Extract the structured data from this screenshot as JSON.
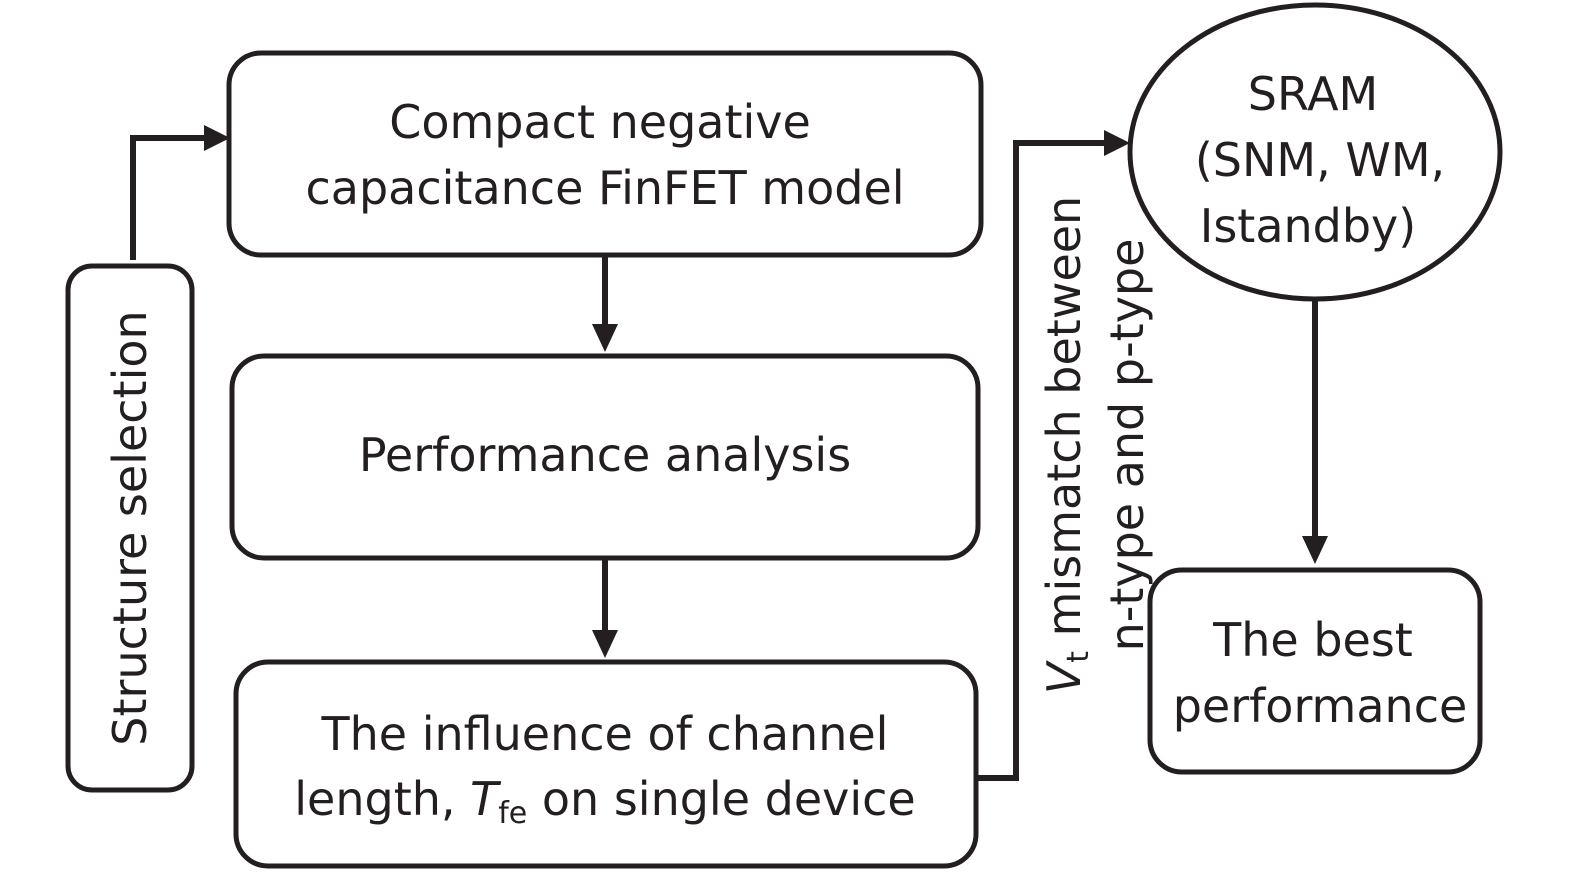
{
  "structure_selection": {
    "label": "Structure selection"
  },
  "compact_model": {
    "line1": "Compact negative",
    "line2": "capacitance FinFET model"
  },
  "performance_analysis": {
    "label": "Performance analysis"
  },
  "channel_influence": {
    "line1": "The influence of channel",
    "line2_prefix": "length, ",
    "symbol_main": "T",
    "symbol_sub": "fe",
    "line2_suffix": " on single device"
  },
  "vt_mismatch": {
    "symbol_main": "V",
    "symbol_sub": "t",
    "line1_rest": " mismatch between",
    "line2": "n-type and p-type"
  },
  "sram": {
    "line1": "SRAM",
    "line2": "(SNM, WM,",
    "line3": "Istandby)"
  },
  "best_performance": {
    "line1": "The best",
    "line2": "performance"
  },
  "colors": {
    "stroke": "#231f20",
    "background": "#ffffff"
  }
}
